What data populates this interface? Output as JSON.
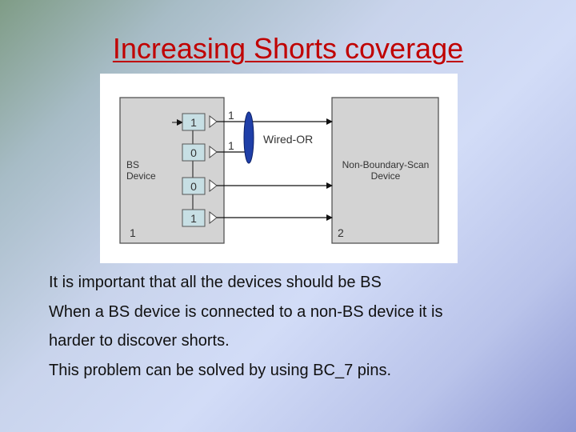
{
  "slide": {
    "title": "Increasing Shorts coverage",
    "bullets": [
      "It is important that all the devices should be BS",
      "When a BS device is connected to a non-BS device it is",
      "harder to discover shorts.",
      "This problem can be solved by using BC_7 pins."
    ]
  },
  "diagram": {
    "bs_device_label_1": "BS",
    "bs_device_label_2": "Device",
    "bs_device_number": "1",
    "cells": [
      "1",
      "0",
      "0",
      "1"
    ],
    "wire_labels": [
      "1",
      "1"
    ],
    "wired_or_label": "Wired-OR",
    "nbs_device_label_1": "Non-Boundary-Scan",
    "nbs_device_label_2": "Device",
    "nbs_device_number": "2",
    "colors": {
      "title": "#c00000",
      "device_fill": "#d3d3d3",
      "cell_fill": "#c7dfe4",
      "wired_or": "#1f3fa8"
    }
  }
}
